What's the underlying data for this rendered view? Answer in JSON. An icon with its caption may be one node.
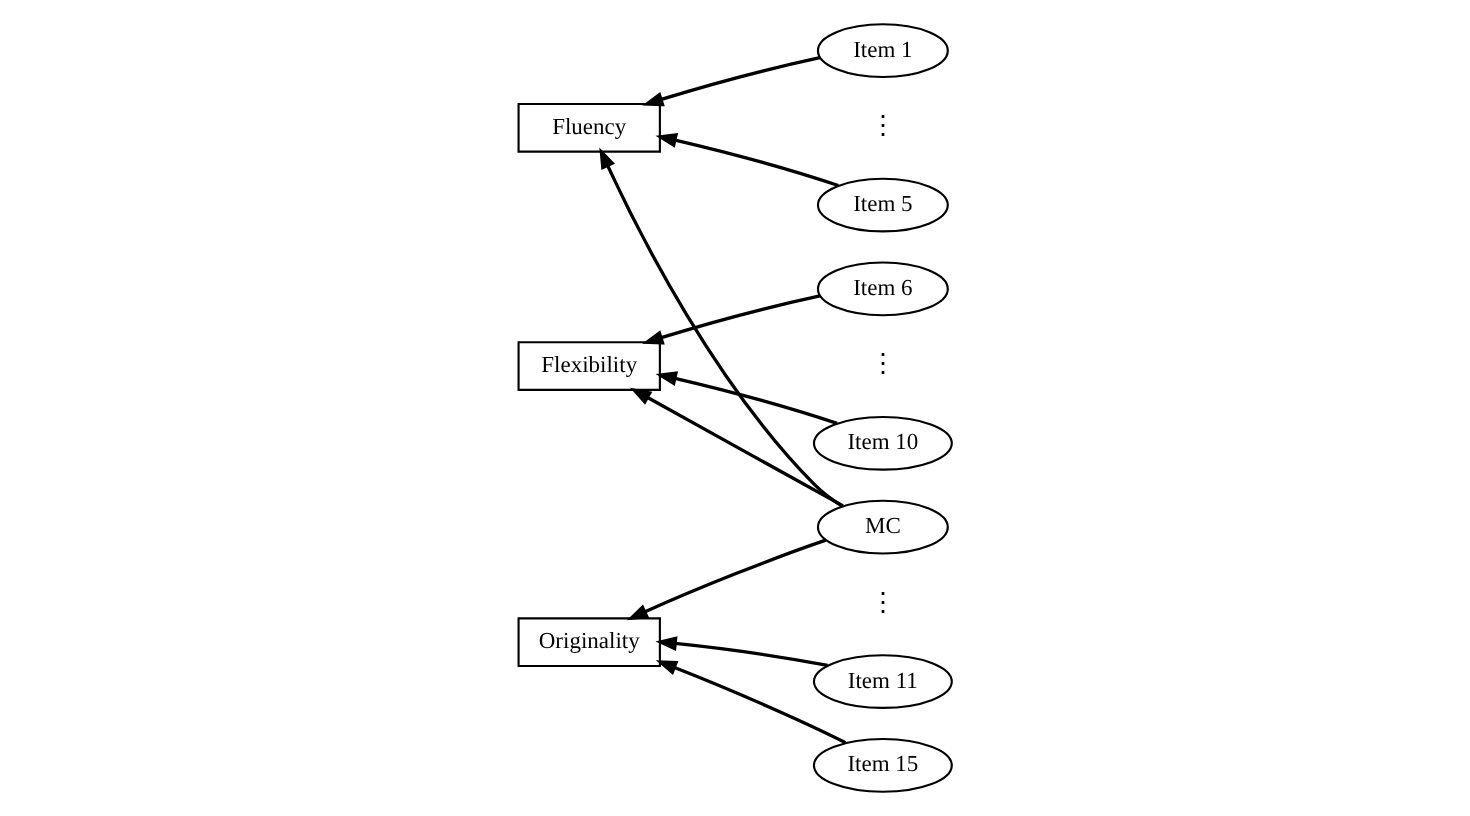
{
  "diagram": {
    "nodes": [
      {
        "text": [
          "MC"
        ]
      },
      {
        "text": [
          "Fluency"
        ]
      },
      {
        "text": [
          "Flexibility"
        ]
      },
      {
        "text": [
          "Originality"
        ]
      },
      {
        "text": [
          "Item 1"
        ]
      },
      {
        "text": [
          "Item 5"
        ]
      },
      {
        "text": [
          "Item 6"
        ]
      },
      {
        "text": [
          "Item 10"
        ]
      },
      {
        "text": [
          "Item 11"
        ]
      },
      {
        "text": [
          "Item 15"
        ]
      }
    ],
    "edges": [
      {
        "from": 0,
        "to": 1,
        "arrow": "to"
      },
      {
        "from": 0,
        "to": 2,
        "arrow": "to"
      },
      {
        "from": 0,
        "to": 3,
        "arrow": "to"
      },
      {
        "from": 4,
        "to": 1,
        "arrow": "to"
      },
      {
        "from": 5,
        "to": 1,
        "arrow": "to"
      },
      {
        "from": 6,
        "to": 2,
        "arrow": "to"
      },
      {
        "from": 7,
        "to": 2,
        "arrow": "to"
      },
      {
        "from": 8,
        "to": 3,
        "arrow": "to"
      },
      {
        "from": 9,
        "to": 3,
        "arrow": "to"
      }
    ],
    "labels": [
      "⋮",
      "⋮",
      "⋮"
    ]
  }
}
